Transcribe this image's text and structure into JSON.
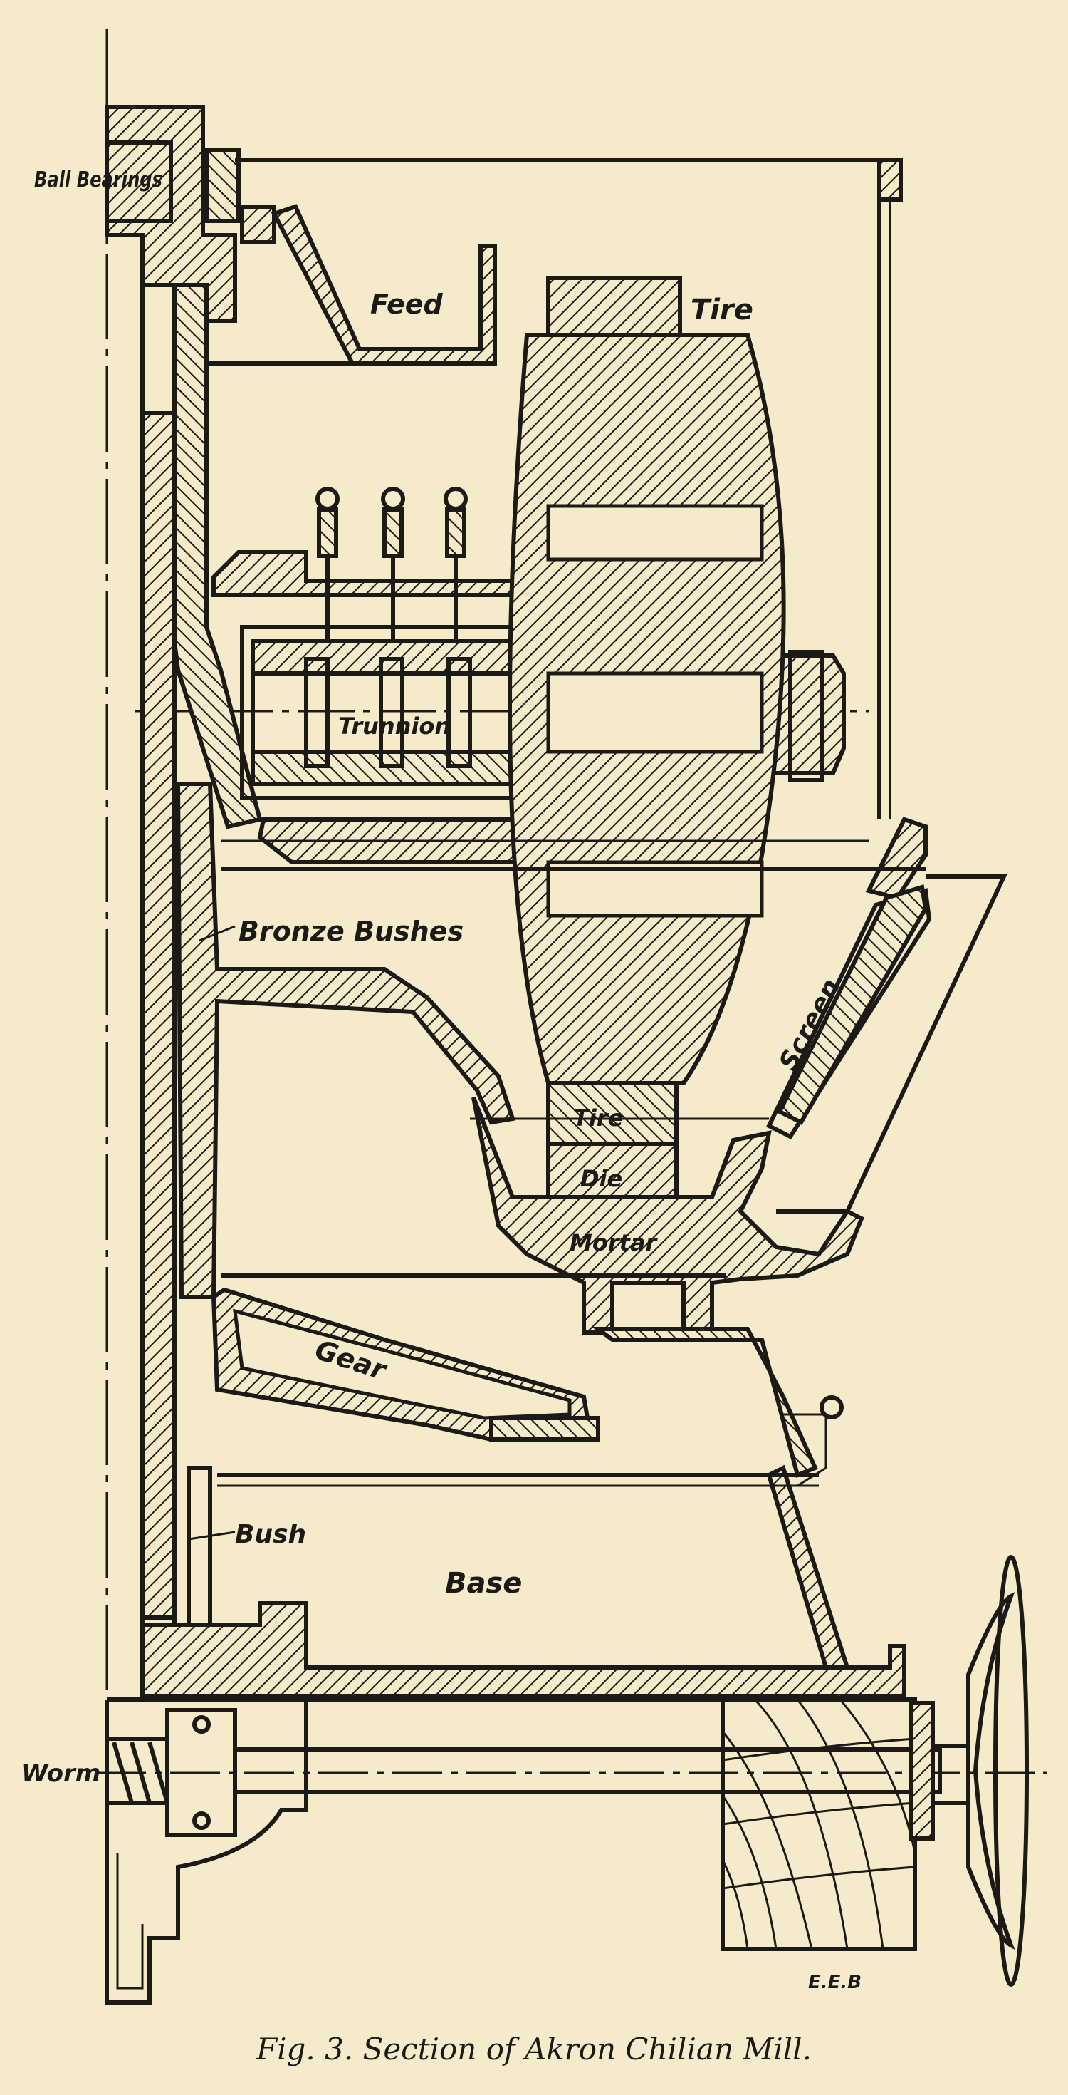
{
  "labels": {
    "ball_bearings": "Ball Bearings",
    "feed": "Feed",
    "tire_top": "Tire",
    "trunnion": "Trunnion",
    "bronze_bushes": "Bronze Bushes",
    "screen": "Screen",
    "tire_lower": "Tire",
    "die": "Die",
    "mortar": "Mortar",
    "gear": "Gear",
    "bush": "Bush",
    "base": "Base",
    "worm": "Worm",
    "signature": "E.E.B"
  },
  "caption": "Fig. 3.   Section of Akron Chilian Mill.",
  "colors": {
    "paper": "#f5ebcb",
    "ink": "#1c1a17"
  }
}
